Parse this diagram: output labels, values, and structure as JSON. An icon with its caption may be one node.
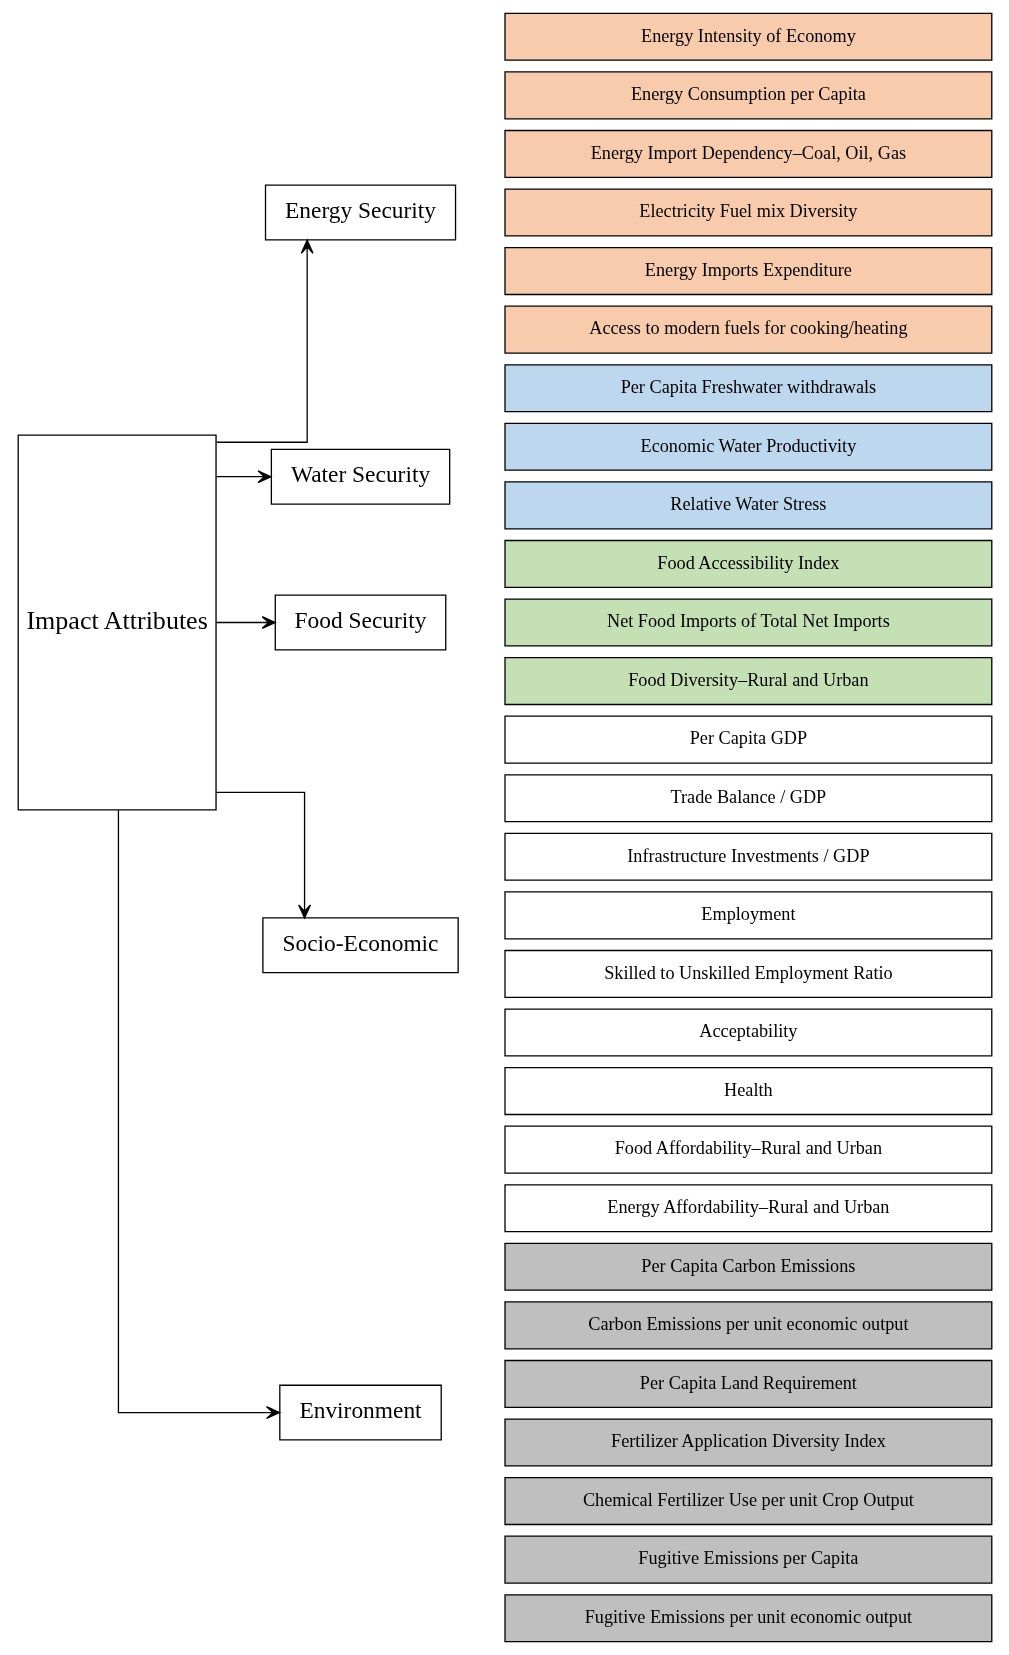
{
  "diagram": {
    "nodes": [
      {
        "text": [
          "Impact Attributes"
        ]
      },
      {
        "text": [
          "Energy Security"
        ]
      },
      {
        "text": [
          "Water Security"
        ]
      },
      {
        "text": [
          "Food Security"
        ]
      },
      {
        "text": [
          "Socio-Economic"
        ]
      },
      {
        "text": [
          "Environment"
        ]
      },
      {
        "text": [
          "Energy Intensity of Economy"
        ]
      },
      {
        "text": [
          "Energy Consumption per Capita"
        ]
      },
      {
        "text": [
          "Energy Import Dependency–Coal, Oil, Gas"
        ]
      },
      {
        "text": [
          "Electricity Fuel mix Diversity"
        ]
      },
      {
        "text": [
          "Energy Imports Expenditure"
        ]
      },
      {
        "text": [
          "Access to modern fuels for cooking/heating"
        ]
      },
      {
        "text": [
          "Per Capita Freshwater withdrawals"
        ]
      },
      {
        "text": [
          "Economic Water Productivity"
        ]
      },
      {
        "text": [
          "Relative Water Stress"
        ]
      },
      {
        "text": [
          "Food Accessibility Index"
        ]
      },
      {
        "text": [
          "Net Food Imports of Total Net Imports"
        ]
      },
      {
        "text": [
          "Food Diversity–Rural and Urban"
        ]
      },
      {
        "text": [
          "Per Capita GDP"
        ]
      },
      {
        "text": [
          "Trade Balance / GDP"
        ]
      },
      {
        "text": [
          "Infrastructure Investments / GDP"
        ]
      },
      {
        "text": [
          "Employment"
        ]
      },
      {
        "text": [
          "Skilled to Unskilled Employment Ratio"
        ]
      },
      {
        "text": [
          "Acceptability"
        ]
      },
      {
        "text": [
          "Health"
        ]
      },
      {
        "text": [
          "Food Affordability–Rural and Urban"
        ]
      },
      {
        "text": [
          "Energy Affordability–Rural and Urban"
        ]
      },
      {
        "text": [
          "Per Capita Carbon Emissions"
        ]
      },
      {
        "text": [
          "Carbon Emissions per unit economic output"
        ]
      },
      {
        "text": [
          "Per Capita Land Requirement"
        ]
      },
      {
        "text": [
          "Fertilizer Application Diversity Index"
        ]
      },
      {
        "text": [
          "Chemical Fertilizer Use per unit Crop Output"
        ]
      },
      {
        "text": [
          "Fugitive Emissions per Capita"
        ]
      },
      {
        "text": [
          "Fugitive Emissions per unit economic output"
        ]
      }
    ],
    "edges": [
      {
        "from": 0,
        "to": 1,
        "arrow": "to"
      },
      {
        "from": 0,
        "to": 2,
        "arrow": "to"
      },
      {
        "from": 0,
        "to": 3,
        "arrow": "to"
      },
      {
        "from": 0,
        "to": 4,
        "arrow": "to"
      },
      {
        "from": 0,
        "to": 5,
        "arrow": "to"
      }
    ]
  }
}
